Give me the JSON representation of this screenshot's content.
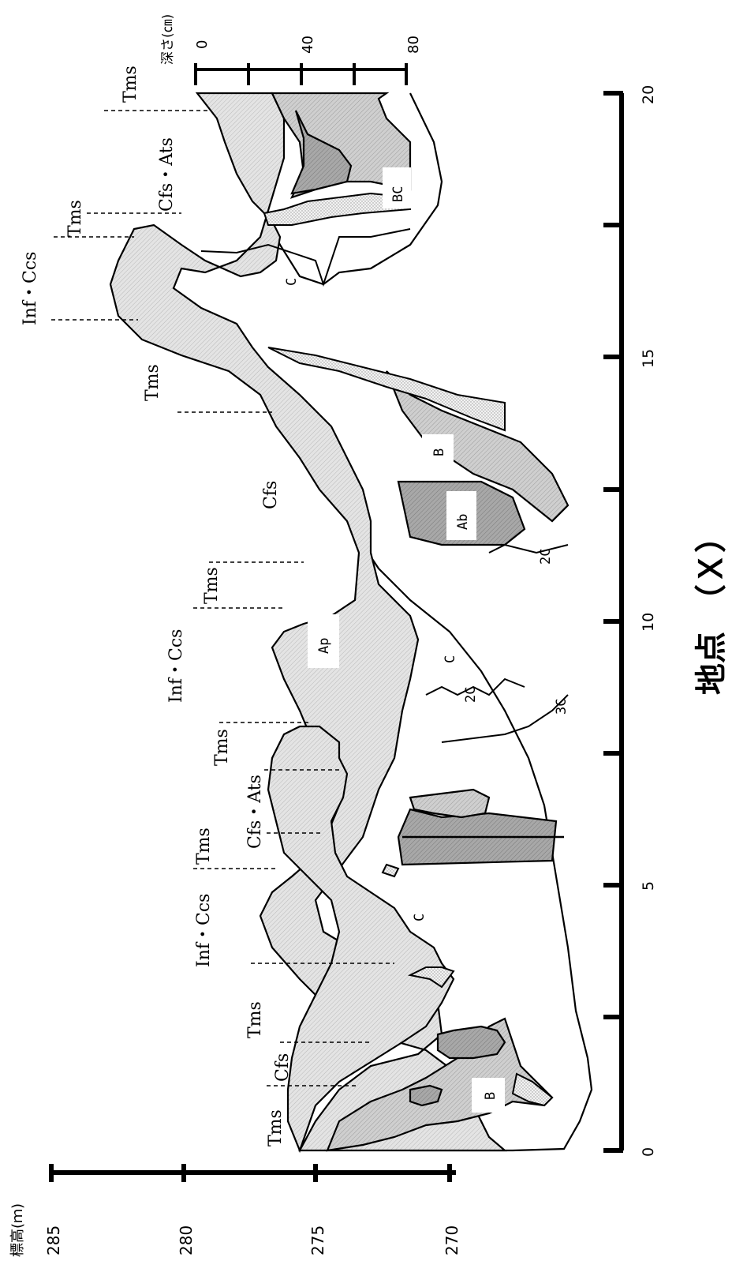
{
  "elevation_axis": {
    "title": "標高(ｍ)",
    "ticks": [
      "285",
      "280",
      "275",
      "270"
    ]
  },
  "depth_axis": {
    "title": "深さ(㎝)",
    "ticks": [
      "0",
      "40",
      "80"
    ]
  },
  "point_axis": {
    "title": "地点　（Ｘ）",
    "ticks": [
      "0",
      "5",
      "10",
      "15",
      "20"
    ]
  },
  "landform_labels": [
    "Tms",
    "Cfs",
    "Tms",
    "Inf・Ccs",
    "Tms",
    "Cfs・Ats",
    "Tms",
    "Inf・Ccs",
    "Tms",
    "Cfs",
    "Tms",
    "Inf・Ccs",
    "Tms",
    "Cfs・Ats",
    "Tms"
  ],
  "horizon_labels": {
    "b1": "B",
    "c1": "C",
    "c2c": "2C",
    "c3c": "3C",
    "ap": "Ap",
    "c2": "C",
    "c2c2": "2C",
    "ab": "Ab",
    "b2": "B",
    "c3": "C",
    "bc": "BC"
  },
  "colors": {
    "line": "#000000",
    "light_hatch": "#e0e0e0",
    "medium_hatch": "#c4c4c4",
    "dark_hatch": "#9a9a9a",
    "background": "#ffffff"
  }
}
